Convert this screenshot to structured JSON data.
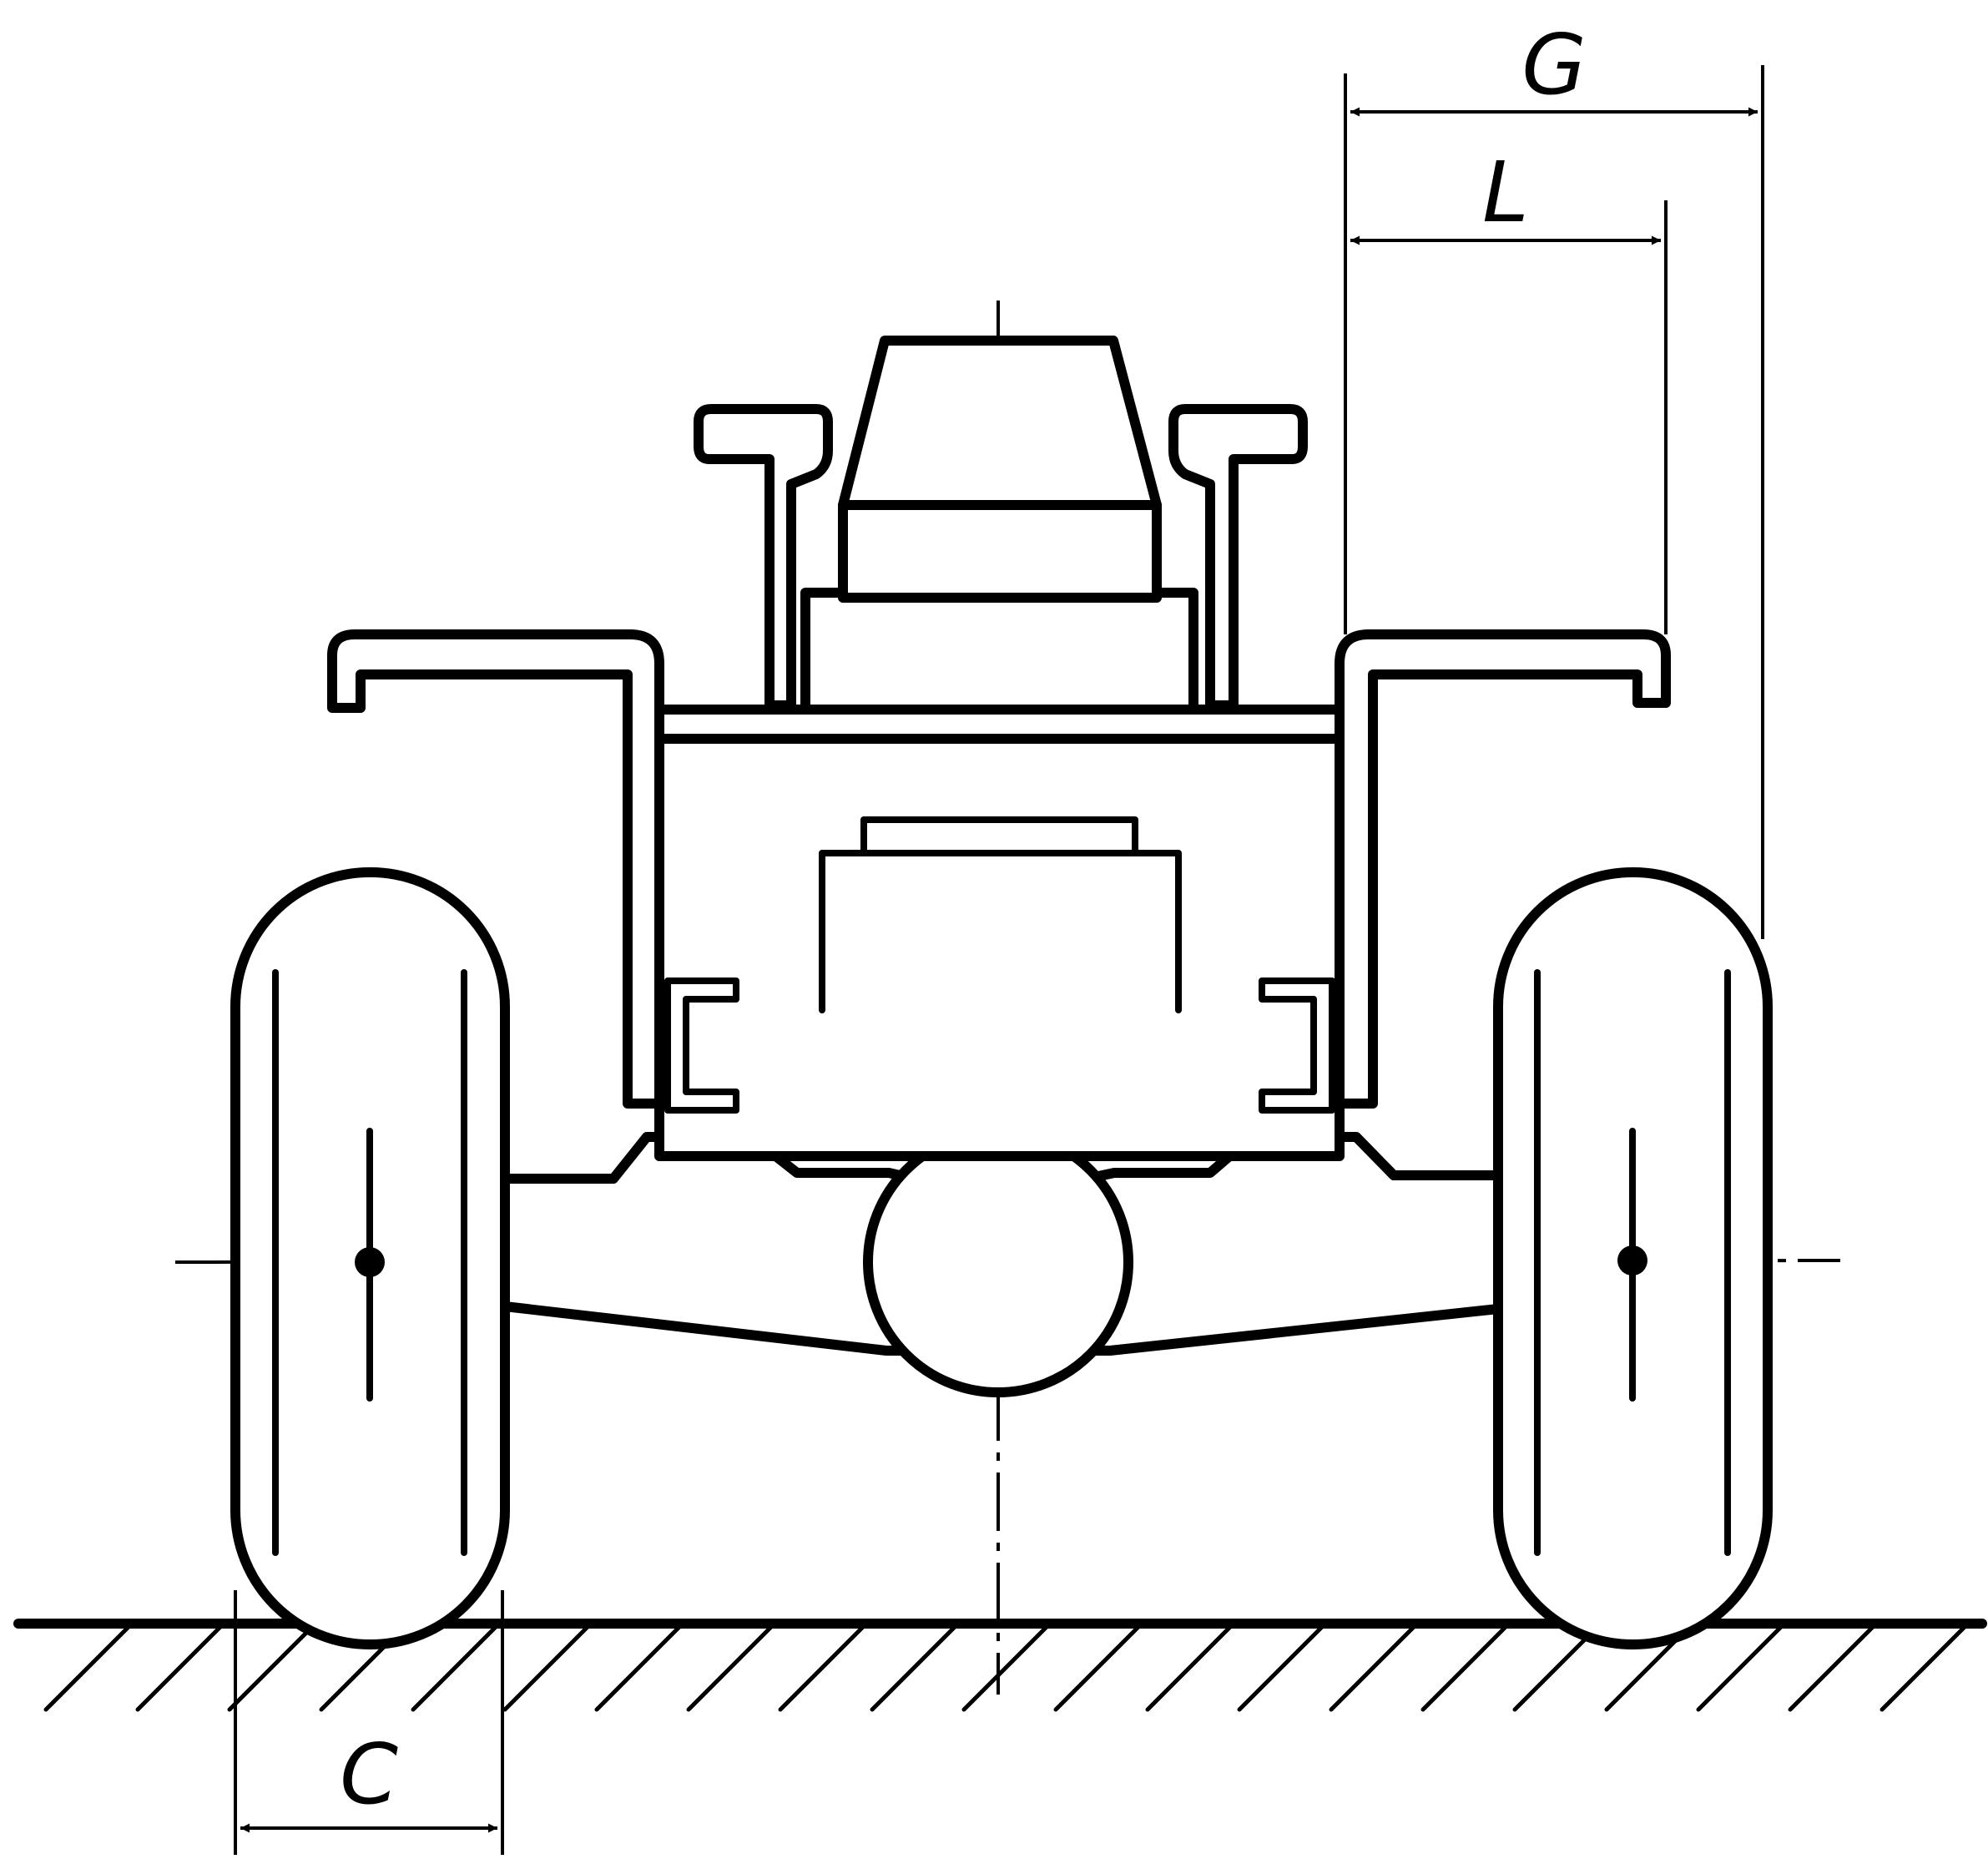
{
  "labels": {
    "track_overall": "G",
    "track_inner": "L",
    "tyre_width": "C"
  },
  "colors": {
    "ink": "#000000",
    "paper": "#ffffff"
  }
}
